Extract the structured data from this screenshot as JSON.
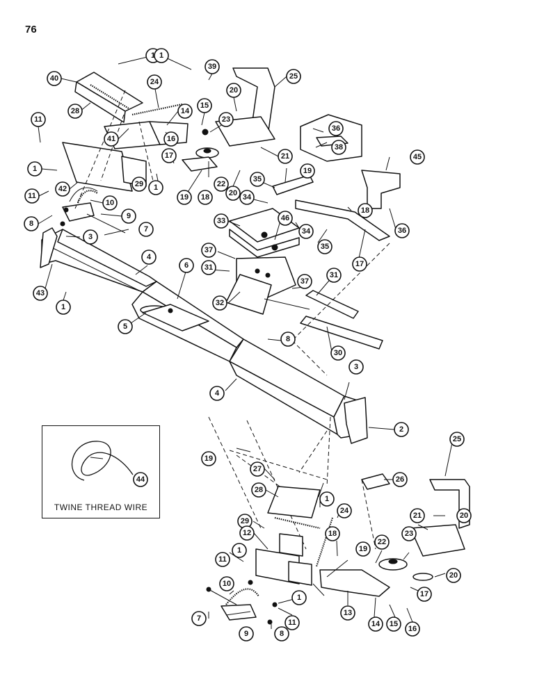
{
  "page_number": "76",
  "inset": {
    "label": "TWINE THREAD WIRE",
    "callout": "44"
  },
  "callouts": [
    "1",
    "1",
    "39",
    "25",
    "40",
    "24",
    "20",
    "11",
    "28",
    "14",
    "15",
    "23",
    "36",
    "38",
    "41",
    "16",
    "21",
    "1",
    "17",
    "19",
    "18",
    "22",
    "20",
    "45",
    "11",
    "42",
    "29",
    "1",
    "19",
    "35",
    "8",
    "10",
    "9",
    "34",
    "18",
    "36",
    "7",
    "33",
    "46",
    "34",
    "35",
    "17",
    "3",
    "37",
    "31",
    "4",
    "31",
    "43",
    "37",
    "6",
    "32",
    "1",
    "30",
    "5",
    "8",
    "3",
    "4",
    "2",
    "19",
    "44",
    "27",
    "25",
    "26",
    "1",
    "28",
    "24",
    "21",
    "20",
    "29",
    "23",
    "12",
    "18",
    "22",
    "19",
    "1",
    "11",
    "17",
    "20",
    "10",
    "1",
    "13",
    "7",
    "14",
    "15",
    "16",
    "11",
    "9",
    "8"
  ]
}
